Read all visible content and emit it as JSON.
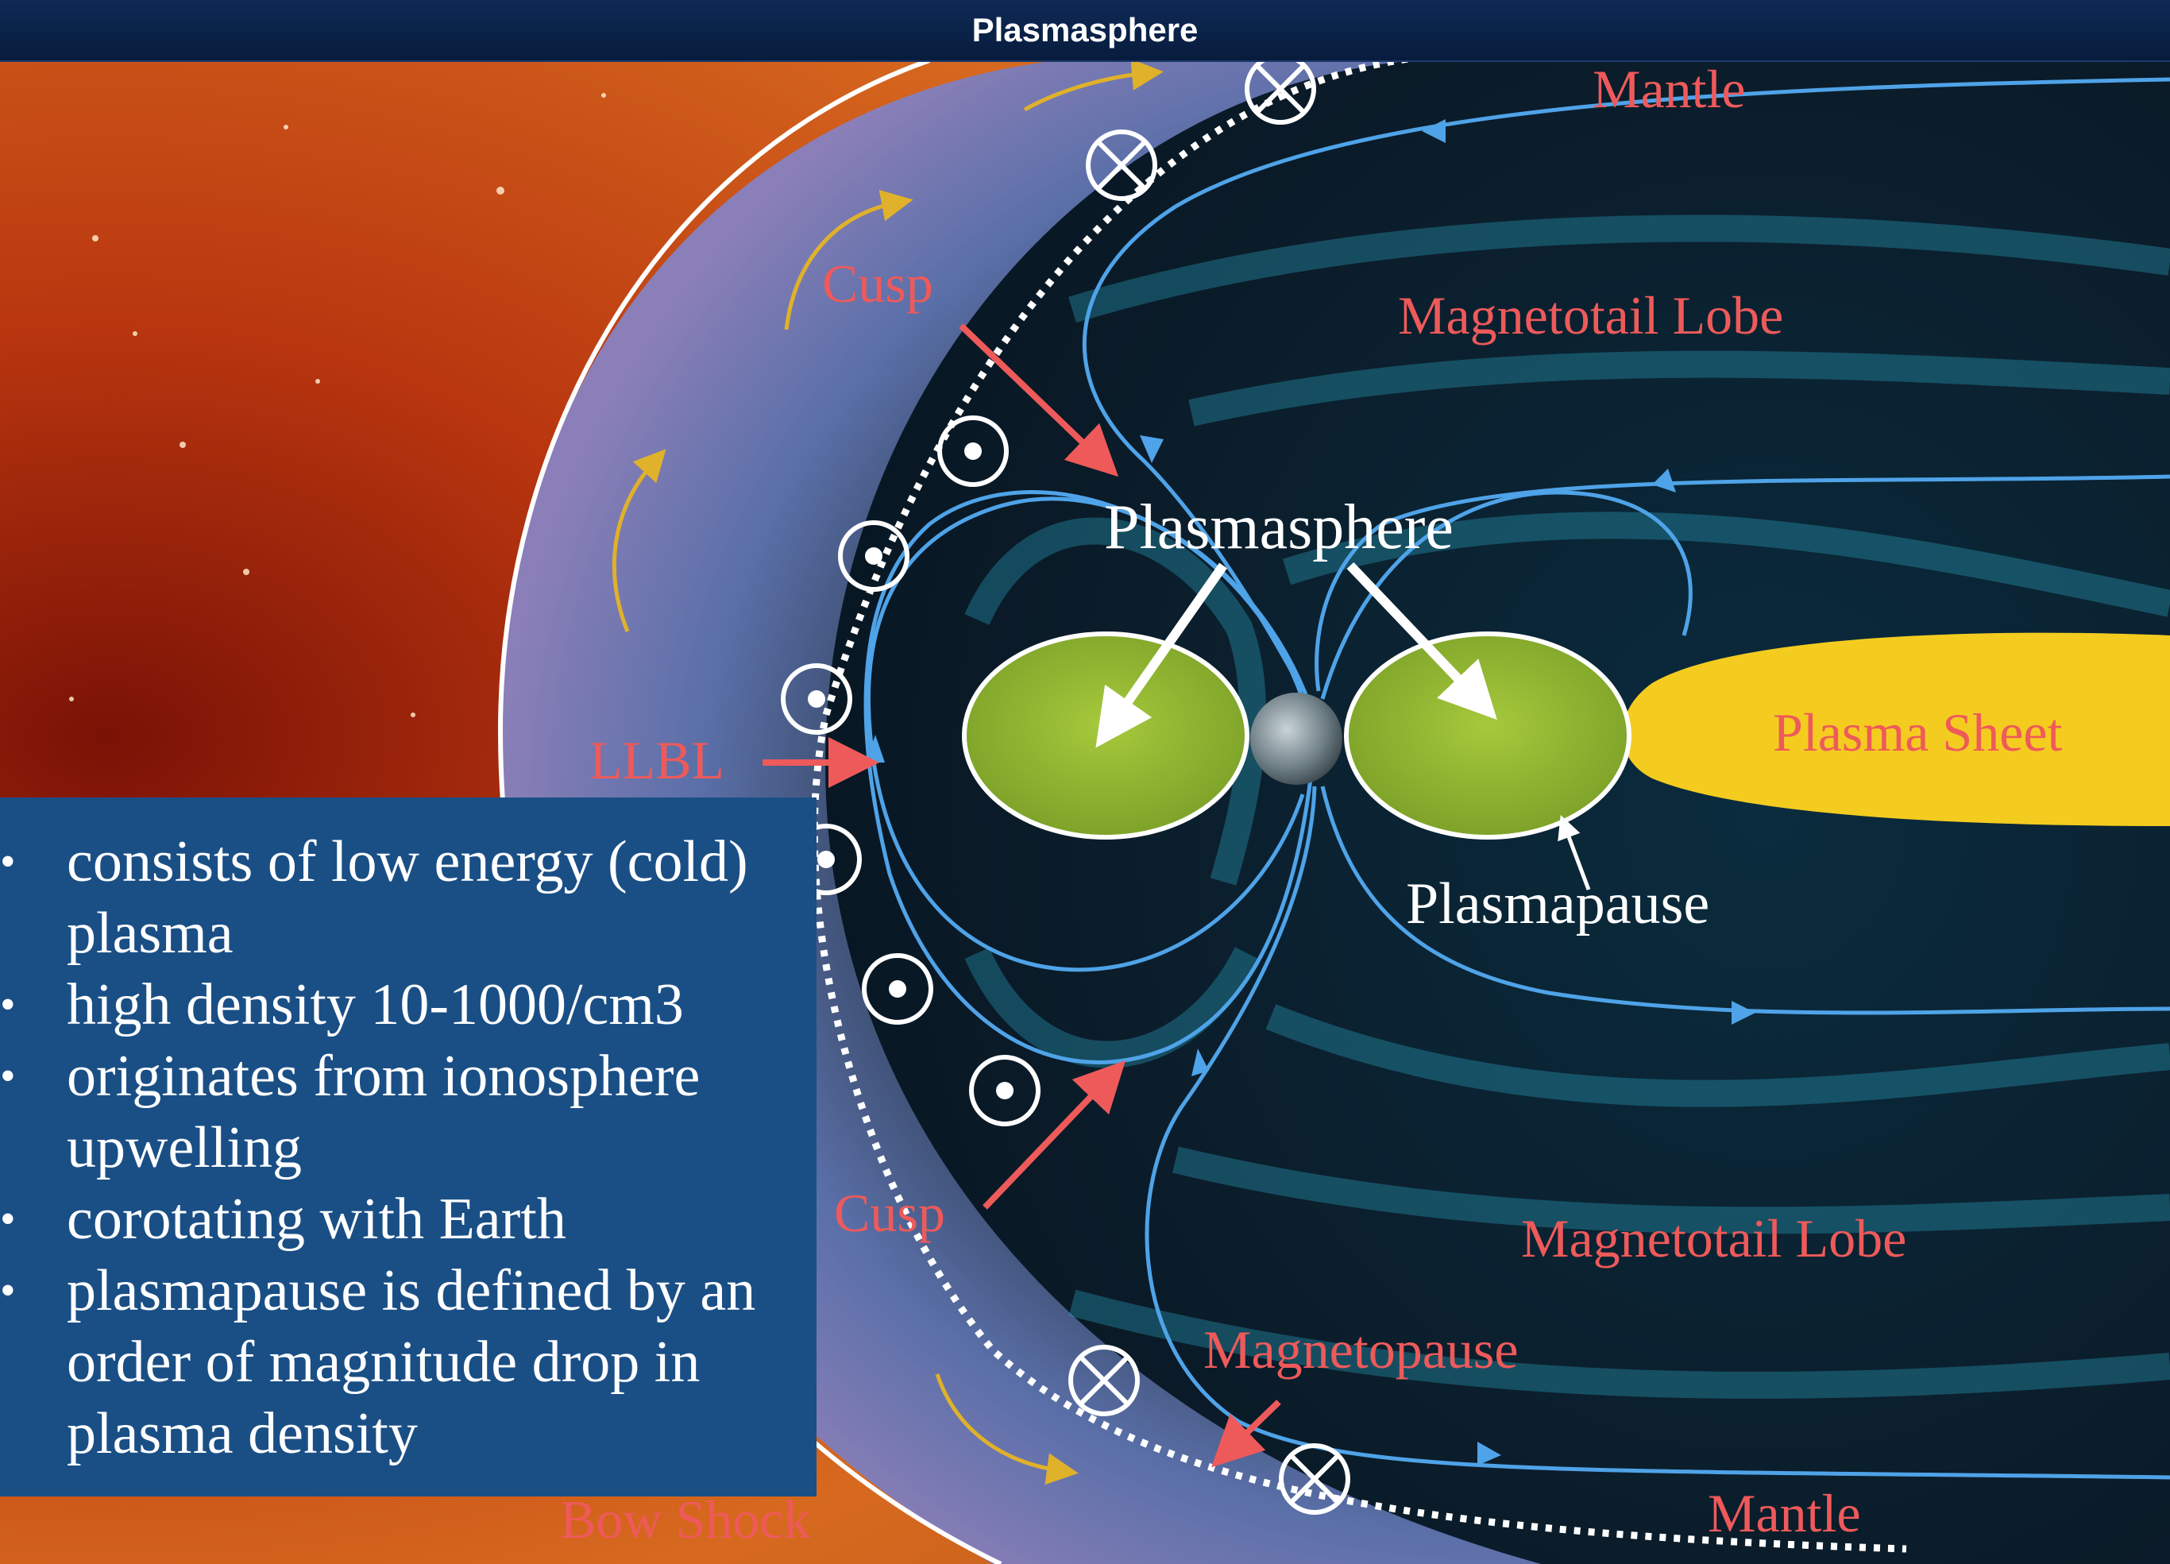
{
  "title": "Plasmasphere",
  "labels": {
    "mantle_top": "Mantle",
    "cusp_top": "Cusp",
    "magnetotail_lobe_top": "Magnetotail Lobe",
    "plasmasphere": "Plasmasphere",
    "llbl": "LLBL",
    "plasma_sheet": "Plasma Sheet",
    "plasmapause": "Plasmapause",
    "cusp_bottom": "Cusp",
    "magnetotail_lobe_bottom": "Magnetotail Lobe",
    "magnetopause": "Magnetopause",
    "bow_shock": "Bow Shock",
    "mantle_bottom": "Mantle"
  },
  "bullets": [
    "consists of low energy (cold) plasma",
    "high density 10-1000/cm3",
    "originates from ionosphere upwelling",
    "corotating with Earth",
    "plasmapause is defined by an order of magnitude drop in plasma density"
  ],
  "colors": {
    "label_red": "#ee5a5a",
    "field_line_blue": "#4fa3e8",
    "plasmasphere_green": "#9bc235",
    "plasma_sheet_yellow": "#f4cc1f",
    "title_bar": "#0b244b",
    "info_box": "#1a4f86",
    "sun_orange": "#d2621c"
  }
}
